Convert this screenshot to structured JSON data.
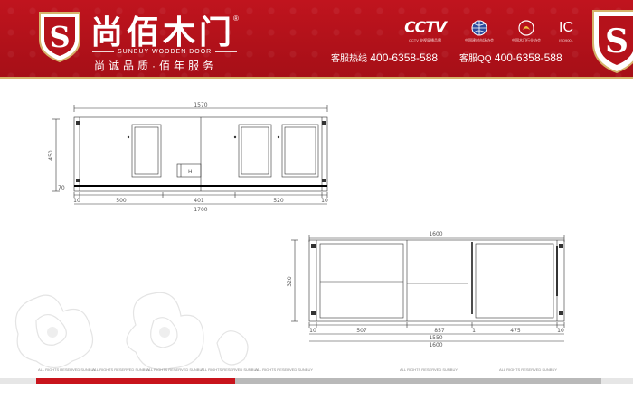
{
  "header": {
    "brand_cn": "尚佰木门",
    "reg_mark": "®",
    "brand_en": "SUNBUY WOODEN DOOR",
    "slogan": "尚诚品质·佰年服务",
    "logo_letter": "S",
    "partners": [
      {
        "mark": "CCTV",
        "caption": "CCTV 央视展播品牌"
      },
      {
        "mark": "",
        "caption": "中国建材市场协会"
      },
      {
        "mark": "",
        "caption": "中国木门行业协会"
      },
      {
        "mark": "IC",
        "caption": "ISO9001"
      }
    ],
    "hotline_label": "客服热线",
    "hotline_number": "400-6358-588",
    "qq_label": "客服QQ",
    "qq_number": "400-6358-588"
  },
  "drawing_top": {
    "dim_overall_top": "1570",
    "dim_height": "450",
    "dims_bottom": [
      "10",
      "500",
      "401",
      "520",
      "10"
    ],
    "dim_overall_bottom": "1700",
    "marker_h": "H",
    "marker_70": "70"
  },
  "drawing_bottom": {
    "dim_overall_top": "1600",
    "dim_height": "320",
    "dims_bottom": [
      "10",
      "507",
      "",
      "857",
      "1",
      "475",
      "10"
    ],
    "dim_sub": "1550",
    "dim_overall_bottom": "1600"
  },
  "footer": {
    "items": [
      "ALL RIGHTS RESERVED SUNBUY",
      "ALL RIGHTS RESERVED SUNBUY",
      "ALL RIGHTS RESERVED SUNBUY",
      "ALL RIGHTS RESERVED SUNBUY",
      "ALL RIGHTS RESERVED SUNBUY",
      "ALL RIGHTS RESERVED SUNBUY",
      "ALL RIGHTS RESERVED SUNBUY"
    ]
  },
  "colors": {
    "brand_red": "#b5121b",
    "gold": "#d6b36a",
    "line": "#333333"
  }
}
